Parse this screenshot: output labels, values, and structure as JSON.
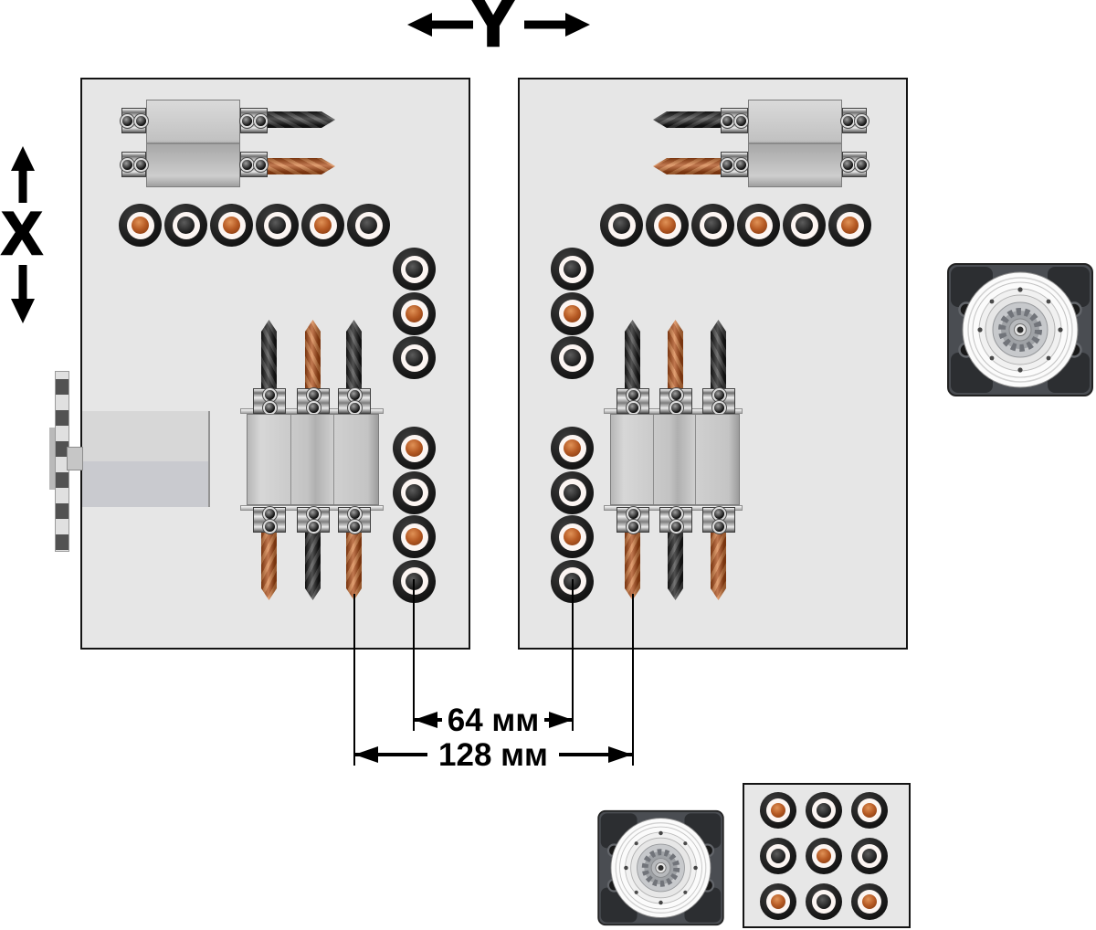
{
  "axes": {
    "y_label": "Y",
    "x_label": "X"
  },
  "dimensions": {
    "spacing_small": "64 мм",
    "spacing_large": "128 мм"
  },
  "colors": {
    "drill_orange": "#b65a24",
    "drill_black": "#161616",
    "panel_fill": "#e6e6e6",
    "panel_border": "#141414",
    "dimension_line": "#000000"
  },
  "panels": {
    "left": {
      "horizontal_unit": {
        "drills": [
          "black",
          "orange"
        ]
      },
      "top_row": [
        "orange",
        "black",
        "orange",
        "black",
        "orange",
        "black"
      ],
      "column_top": [
        "black",
        "orange",
        "black"
      ],
      "column_bottom": [
        "orange",
        "black",
        "orange",
        "black"
      ],
      "vertical_unit": {
        "top_drills": [
          "black",
          "orange",
          "black"
        ],
        "bottom_drills": [
          "orange",
          "black",
          "orange"
        ]
      }
    },
    "right": {
      "horizontal_unit": {
        "drills": [
          "black",
          "orange"
        ]
      },
      "top_row": [
        "black",
        "orange",
        "black",
        "orange",
        "black",
        "orange"
      ],
      "column_top": [
        "black",
        "orange",
        "black"
      ],
      "column_bottom": [
        "orange",
        "black",
        "orange",
        "black"
      ],
      "vertical_unit": {
        "top_drills": [
          "black",
          "orange",
          "black"
        ],
        "bottom_drills": [
          "orange",
          "black",
          "orange"
        ]
      }
    }
  },
  "tool_grid": {
    "pattern": [
      [
        "orange",
        "black",
        "orange"
      ],
      [
        "black",
        "orange",
        "black"
      ],
      [
        "orange",
        "black",
        "orange"
      ]
    ]
  }
}
